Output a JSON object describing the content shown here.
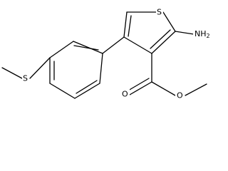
{
  "molecule": {
    "atom_labels": {
      "ring_sulfur": "S",
      "amine_group": "NH",
      "amine_subscript": "2",
      "carbonyl_oxygen": "O",
      "ester_oxygen": "O",
      "thioether_sulfur": "S"
    }
  }
}
